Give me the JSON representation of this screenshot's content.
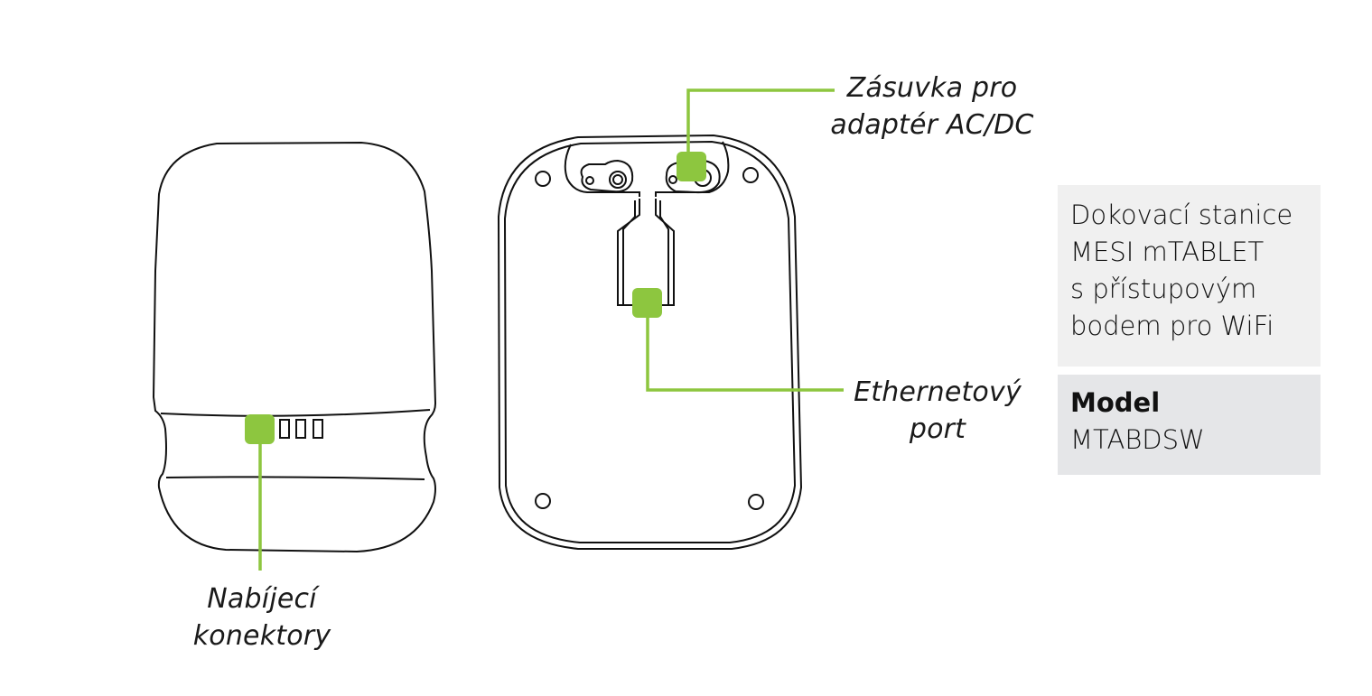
{
  "colors": {
    "accent_green": "#8dc63f",
    "outline": "#111111",
    "info_box_bg": "#f0f0f0",
    "model_box_bg": "#e5e6e8"
  },
  "devices": {
    "front": {
      "name": "dock-front-view",
      "charging_pins": 3
    },
    "back": {
      "name": "dock-back-view",
      "screw_holes": 4
    }
  },
  "callouts": {
    "charging": {
      "line1": "Nabíjecí",
      "line2": "konektory"
    },
    "power": {
      "line1": "Zásuvka pro",
      "line2": "adaptér AC/DC"
    },
    "ethernet": {
      "line1": "Ethernetový",
      "line2": "port"
    }
  },
  "info": {
    "title_lines": [
      "Dokovací stanice",
      "MESI mTABLET",
      "s přístupovým",
      "bodem pro WiFi"
    ],
    "model_label": "Model",
    "model_value": "MTABDSW"
  }
}
